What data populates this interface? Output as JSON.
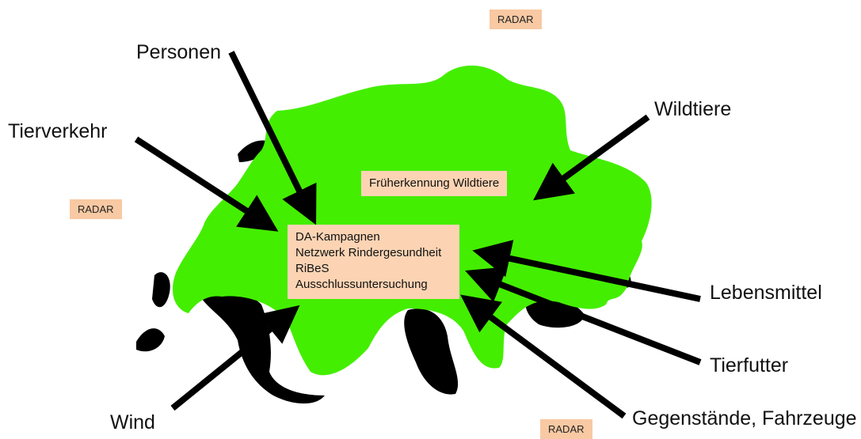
{
  "labels": {
    "personen": "Personen",
    "tierverkehr": "Tierverkehr",
    "wildtiere": "Wildtiere",
    "lebensmittel": "Lebensmittel",
    "tierfutter": "Tierfutter",
    "gegenstaende": "Gegenstände, Fahrzeuge",
    "wind": "Wind"
  },
  "radar": [
    "RADAR",
    "RADAR",
    "RADAR"
  ],
  "early_detection": "Früherkennung Wildtiere",
  "programs": [
    "DA-Kampagnen",
    "Netzwerk Rindergesundheit",
    "RiBeS",
    "Ausschlussuntersuchung"
  ],
  "colors": {
    "map": "#44ee00",
    "lakes": "#000000",
    "arrows": "#000000",
    "box": "#fcd4b4",
    "radar_box": "#f8c9a3"
  }
}
